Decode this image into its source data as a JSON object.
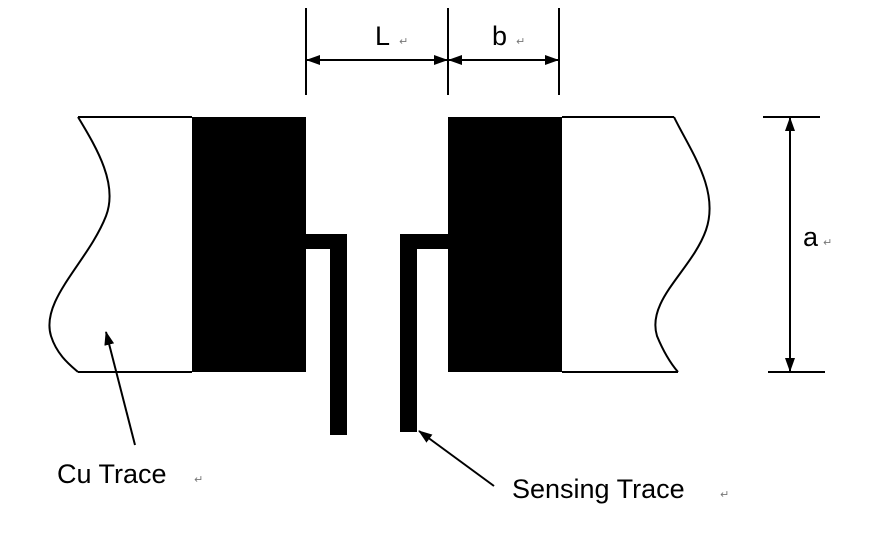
{
  "labels": {
    "L": "L",
    "b": "b",
    "a": "a",
    "cu_trace": "Cu Trace",
    "sensing_trace": "Sensing Trace",
    "return_mark": "↵"
  }
}
